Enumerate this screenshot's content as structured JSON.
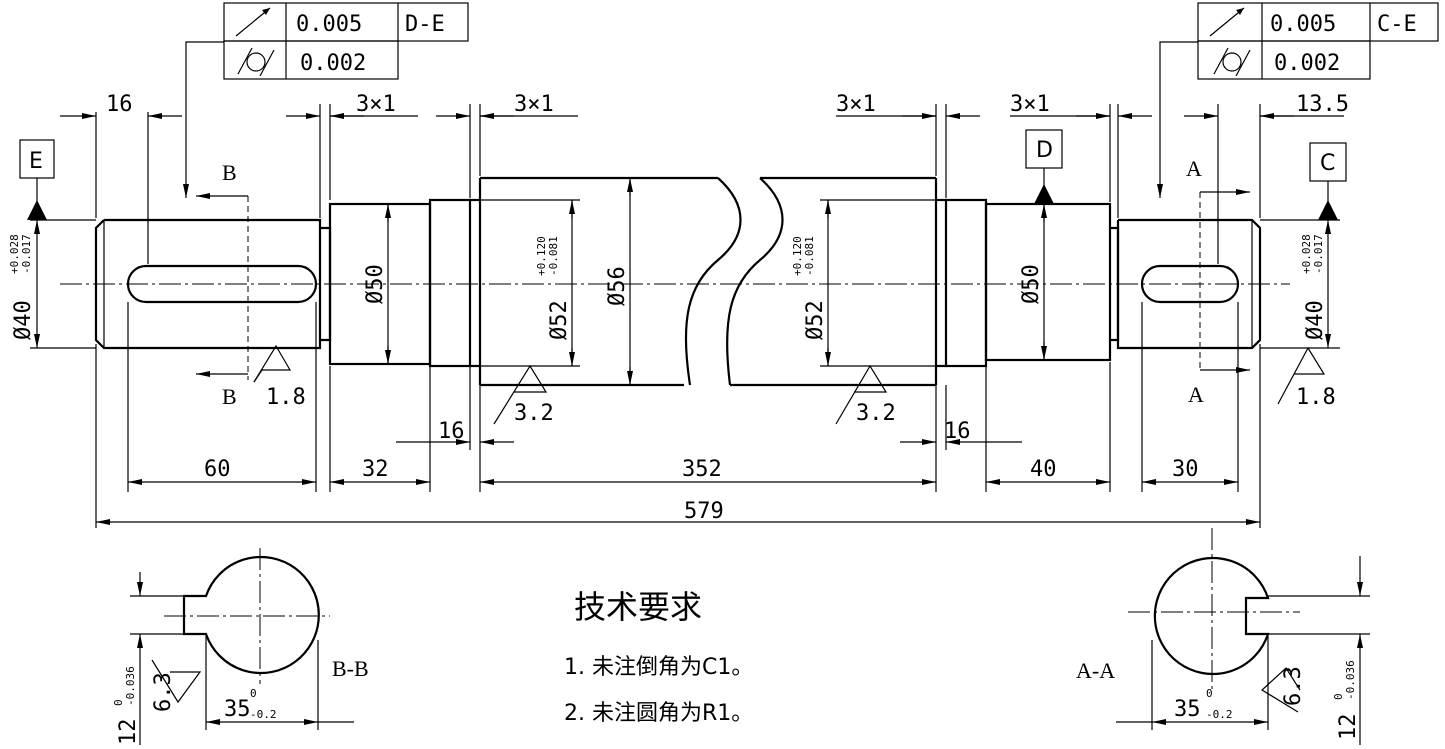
{
  "tolerance_frames": {
    "left": {
      "runout_value": "0.005",
      "datum": "D-E",
      "cyl_value": "0.002"
    },
    "right": {
      "runout_value": "0.005",
      "datum": "C-E",
      "cyl_value": "0.002"
    }
  },
  "datums": {
    "e": "E",
    "d": "D",
    "c": "C"
  },
  "section_markers": {
    "b_top": "B",
    "b_bottom": "B",
    "a_top": "A",
    "a_bottom": "A"
  },
  "dimensions": {
    "d16_top": "16",
    "chamfer_1": "3×1",
    "chamfer_2": "3×1",
    "chamfer_3": "3×1",
    "chamfer_4": "3×1",
    "d13_5": "13.5",
    "phi40_left": "Ø40",
    "phi40_left_tol_upper": "+0.028",
    "phi40_left_tol_lower": "-0.017",
    "phi50_left": "Ø50",
    "phi52_left": "Ø52",
    "phi52_tol_upper": "+0.120",
    "phi52_tol_lower": "-0.081",
    "phi56": "Ø56",
    "phi52_right": "Ø52",
    "phi50_right": "Ø50",
    "phi40_right": "Ø40",
    "d60": "60",
    "d32": "32",
    "d16_mid_left": "16",
    "d352": "352",
    "d16_mid_right": "16",
    "d40": "40",
    "d30": "30",
    "d579": "579",
    "bb_width": "35",
    "bb_width_tol_upper": "0",
    "bb_width_tol_lower": "-0.2",
    "bb_key": "12",
    "bb_key_tol_upper": "0",
    "bb_key_tol_lower": "-0.036",
    "aa_width": "35",
    "aa_width_tol_upper": "0",
    "aa_width_tol_lower": "-0.2",
    "aa_key": "12",
    "aa_key_tol_upper": "0",
    "aa_key_tol_lower": "-0.036"
  },
  "roughness": {
    "r1": "1.8",
    "r2": "3.2",
    "r3": "3.2",
    "r4": "1.8",
    "r5": "6.3",
    "r6": "6.3"
  },
  "section_labels": {
    "bb": "B-B",
    "aa": "A-A"
  },
  "tech_requirements": {
    "title": "技术要求",
    "item1": "1. 未注倒角为C1。",
    "item2": "2. 未注圆角为R1。"
  }
}
